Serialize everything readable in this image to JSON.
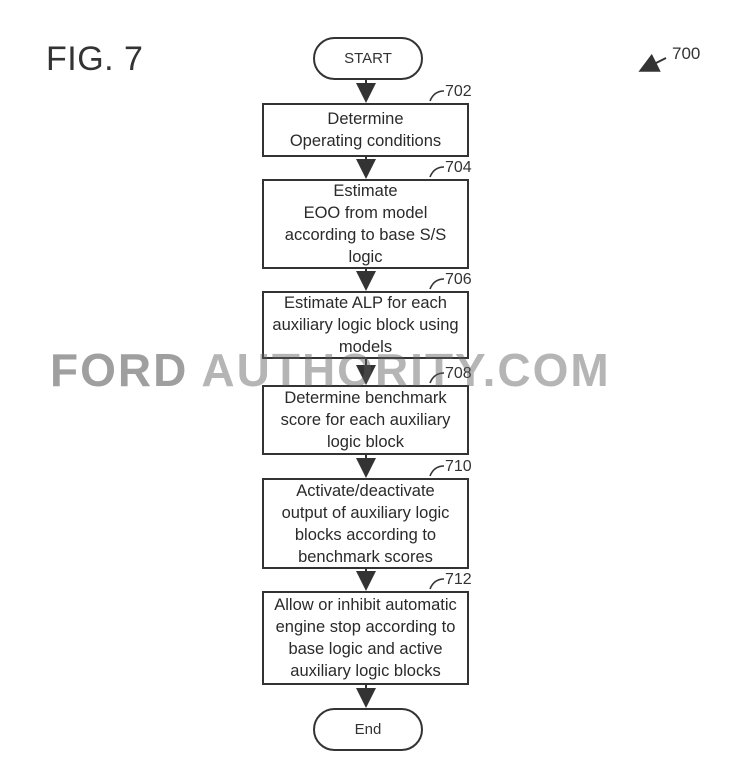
{
  "figure": {
    "label": "FIG. 7",
    "reference": "700"
  },
  "start": {
    "label": "START"
  },
  "steps": [
    {
      "ref": "702",
      "text": "Determine\nOperating conditions"
    },
    {
      "ref": "704",
      "text": "Estimate\nEOO from model\naccording to base S/S\nlogic"
    },
    {
      "ref": "706",
      "text": "Estimate ALP for each\nauxiliary logic block using\nmodels"
    },
    {
      "ref": "708",
      "text": "Determine benchmark\nscore for each auxiliary\nlogic block"
    },
    {
      "ref": "710",
      "text": "Activate/deactivate\noutput of auxiliary logic\nblocks according to\nbenchmark scores"
    },
    {
      "ref": "712",
      "text": "Allow or inhibit automatic\nengine stop according to\nbase logic and active\nauxiliary logic blocks"
    }
  ],
  "end": {
    "label": "End"
  },
  "watermark": {
    "left": "FORD",
    "right": "AUTHORITY.COM"
  }
}
